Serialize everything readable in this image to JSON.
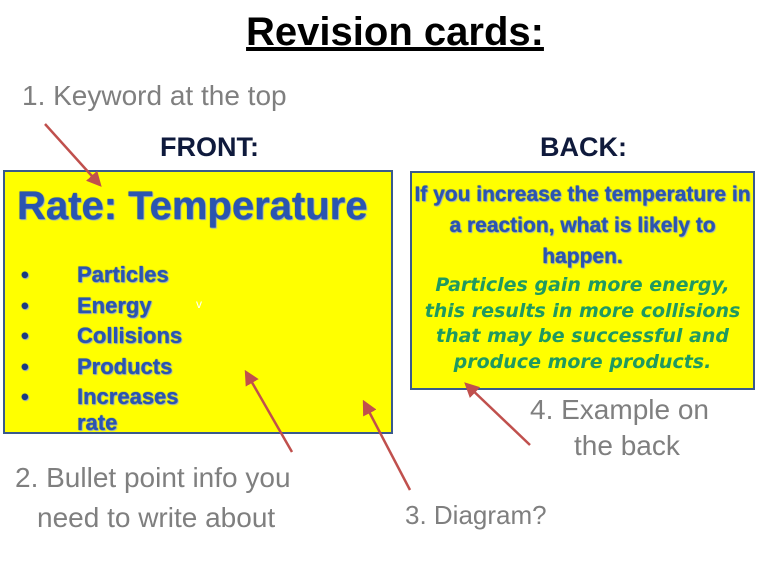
{
  "title": "Revision cards:",
  "labels": {
    "keyword": "1.  Keyword at the top",
    "bullet_line1": "2.  Bullet point info you",
    "bullet_line2": "need to write about",
    "diagram": "3.  Diagram?",
    "example_line1": "4.  Example on",
    "example_line2": "the back"
  },
  "front": {
    "heading": "FRONT:",
    "card_title": "Rate: Temperature",
    "bullets": [
      "Particles",
      "Energy",
      "Collisions",
      "Products",
      "Increases rate"
    ],
    "bullet_symbol": "•",
    "stray_mark": "v"
  },
  "back": {
    "heading": "BACK:",
    "question": "If you increase the temperature in a reaction, what is likely to happen.",
    "answer": "Particles gain more energy, this results in more collisions that may be successful and produce more products."
  },
  "colors": {
    "card": "#ffff00",
    "arrow": "#c0504d",
    "label": "#7f7f7f",
    "card_text": "#2a55b0",
    "answer_text": "#1f9960"
  }
}
